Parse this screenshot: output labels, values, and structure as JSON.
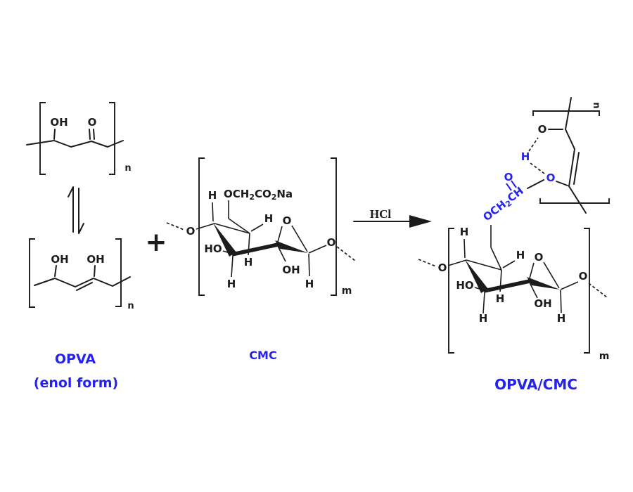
{
  "colors": {
    "ink": "#1c1c1c",
    "accent": "#2522ee"
  },
  "labels": {
    "opva_name": "OPVA",
    "opva_form": "(enol form)",
    "cmc_name": "CMC",
    "product_name": "OPVA/CMC",
    "reagent": "HCl",
    "plus": "+"
  },
  "subscripts": {
    "n": "n",
    "m": "m"
  },
  "atoms": {
    "OH": "OH",
    "O": "O",
    "H": "H",
    "HO": "HO",
    "sidechain_parts": [
      "OCH",
      "2",
      "CO",
      "2",
      "Na"
    ],
    "blue_chain_parts": [
      "OCH",
      "2",
      "CH"
    ]
  }
}
